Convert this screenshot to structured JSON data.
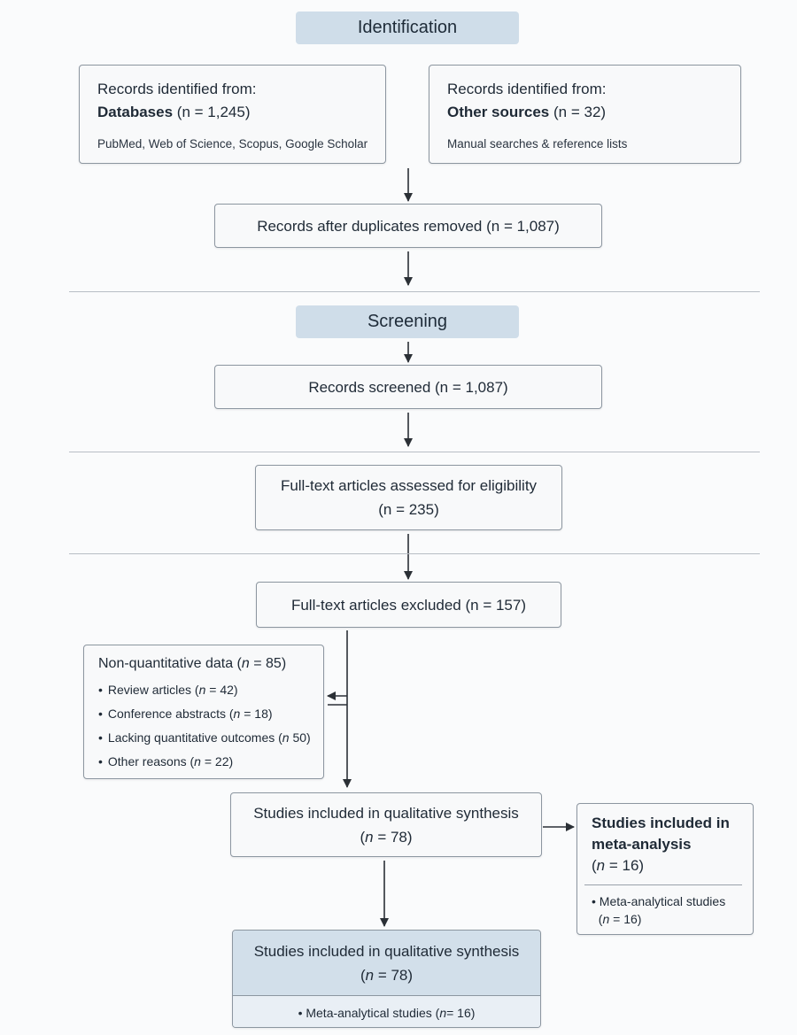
{
  "phases": {
    "identification": "Identification",
    "screening": "Screening"
  },
  "sources": {
    "databases": {
      "line1": "Records identified from:",
      "bold": "Databases",
      "count": "(n = 1,245)",
      "detail": "PubMed, Web of Science, Scopus, Google Scholar"
    },
    "other": {
      "line1": "Records identified from:",
      "bold": "Other sources",
      "count": "(n = 32)",
      "detail": "Manual searches & reference lists"
    }
  },
  "duplicates_removed": "Records after duplicates removed (n = 1,087)",
  "screened": "Records screened (n = 1,087)",
  "full_text": {
    "line1": "Full-text articles assessed for eligibility",
    "line2": "(n = 235)"
  },
  "excluded": "Full-text articles excluded (n = 157)",
  "exclusion_reasons": {
    "header_label": "Non-quantitative data (",
    "header_n": "n",
    "header_value": " = 85)",
    "items": [
      {
        "label": "Review articles (",
        "n": "n",
        "value": " = 42)"
      },
      {
        "label": "Conference abstracts (",
        "n": "n",
        "value": " = 18)"
      },
      {
        "label": "Lacking quantitative outcomes (",
        "n": "n",
        "value": " 50)"
      },
      {
        "label": "Other reasons (",
        "n": "n",
        "value": " = 22)"
      }
    ]
  },
  "qualitative": {
    "line1": "Studies included in qualitative synthesis",
    "n": "n",
    "value": " = 78)"
  },
  "meta_analysis": {
    "title_line1": "Studies included in",
    "title_line2": "meta-analysis",
    "n": "n",
    "value": " = 16)",
    "item_label": "Meta-analytical studies",
    "item_n": "n",
    "item_value": " = 16)"
  },
  "final": {
    "line1": "Studies included in qualitative synthesis",
    "n": "n",
    "value": " = 78)",
    "item_label": "Meta-analytical studies (",
    "item_n": "n",
    "item_value": " = 16)"
  }
}
